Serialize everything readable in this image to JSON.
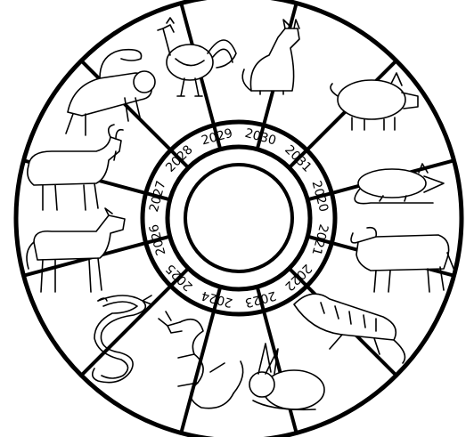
{
  "years": [
    "2029",
    "2030",
    "2031",
    "2020",
    "2021",
    "2022",
    "2023",
    "2024",
    "2025",
    "2026",
    "2027",
    "2028"
  ],
  "animals": [
    {
      "name": "rooster",
      "icon": "rooster-icon"
    },
    {
      "name": "dog",
      "icon": "dog-icon"
    },
    {
      "name": "pig",
      "icon": "pig-icon"
    },
    {
      "name": "rat",
      "icon": "rat-icon"
    },
    {
      "name": "ox",
      "icon": "ox-icon"
    },
    {
      "name": "tiger",
      "icon": "tiger-icon"
    },
    {
      "name": "rabbit",
      "icon": "rabbit-icon"
    },
    {
      "name": "dragon",
      "icon": "dragon-icon"
    },
    {
      "name": "snake",
      "icon": "snake-icon"
    },
    {
      "name": "horse",
      "icon": "horse-icon"
    },
    {
      "name": "goat",
      "icon": "goat-icon"
    },
    {
      "name": "monkey",
      "icon": "monkey-icon"
    }
  ],
  "colors": {
    "line": "#000000",
    "background": "#ffffff"
  }
}
